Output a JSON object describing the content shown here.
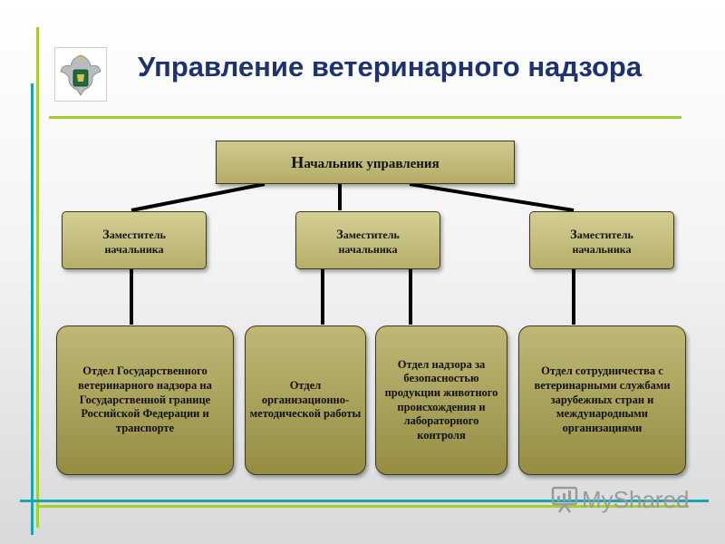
{
  "header": {
    "title": "Управление ветеринарного надзора",
    "logo_icon": "double-headed-eagle-emblem"
  },
  "chart": {
    "head": {
      "cap": "Н",
      "rest": "ачальник управления"
    },
    "deputies": [
      {
        "cap": "З",
        "rest": "аместитель",
        "line2": "начальника"
      },
      {
        "cap": "З",
        "rest": "аместитель",
        "line2": "начальника"
      },
      {
        "cap": "З",
        "rest": "аместитель",
        "line2": "начальника"
      }
    ],
    "departments": [
      {
        "text": "Отдел Государственного ветеринарного надзора на Государственной границе Российской Федерации и транспорте"
      },
      {
        "text": "Отдел организационно-методической работы"
      },
      {
        "text": "Отдел надзора за безопасностью продукции животного происхождения и лабораторного контроля"
      },
      {
        "text": "Отдел сотрудничества с ветеринарными службами зарубежных стран и международными организациями"
      }
    ]
  },
  "watermark": {
    "text": "MyShared",
    "icon": "presentation-board-icon"
  },
  "colors": {
    "title": "#1f3270",
    "accent_green": "#a6cf2e",
    "accent_teal": "#1aa3b0",
    "box_light": "#cfc98f",
    "box_dark": "#948d42"
  }
}
